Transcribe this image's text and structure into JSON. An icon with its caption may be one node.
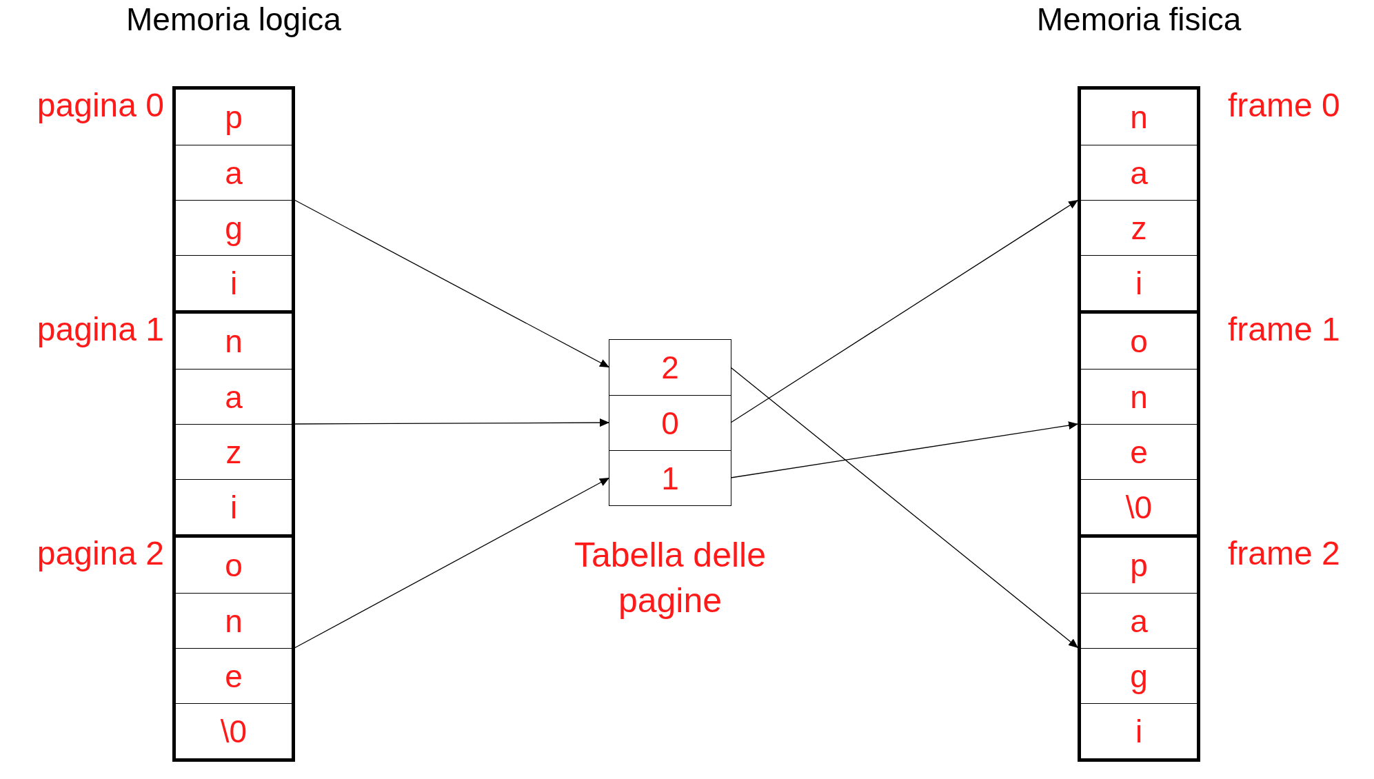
{
  "diagram": {
    "nodes": [
      {
        "text": [
          "Memoria logica"
        ]
      },
      {
        "text": [],
        "shape": "box",
        "beside": [
          "pagina 0"
        ],
        "in": 0
      },
      {
        "text": [
          "p"
        ],
        "in": 1
      },
      {
        "text": [
          "a"
        ],
        "in": 1
      },
      {
        "text": [
          "g"
        ],
        "in": 1
      },
      {
        "text": [
          "i"
        ],
        "in": 1
      },
      {
        "text": [],
        "shape": "box",
        "beside": [
          "pagina 1"
        ],
        "in": 0
      },
      {
        "text": [
          "n"
        ],
        "in": 6
      },
      {
        "text": [
          "a"
        ],
        "in": 6
      },
      {
        "text": [
          "z"
        ],
        "in": 6
      },
      {
        "text": [
          "i"
        ],
        "in": 6
      },
      {
        "text": [],
        "shape": "box",
        "beside": [
          "pagina 2"
        ],
        "in": 0
      },
      {
        "text": [
          "o"
        ],
        "in": 11
      },
      {
        "text": [
          "n"
        ],
        "in": 11
      },
      {
        "text": [
          "e"
        ],
        "in": 11
      },
      {
        "text": [
          "\\0"
        ],
        "in": 11
      },
      {
        "text": [
          "Tabella delle pagine"
        ]
      },
      {
        "text": [
          "2"
        ],
        "in": 16
      },
      {
        "text": [
          "0"
        ],
        "in": 16
      },
      {
        "text": [
          "1"
        ],
        "in": 16
      },
      {
        "text": [
          "Memoria fisica"
        ]
      },
      {
        "text": [],
        "shape": "box",
        "beside": [
          "frame 0"
        ],
        "in": 20
      },
      {
        "text": [
          "n"
        ],
        "in": 21
      },
      {
        "text": [
          "a"
        ],
        "in": 21
      },
      {
        "text": [
          "z"
        ],
        "in": 21
      },
      {
        "text": [
          "i"
        ],
        "in": 21
      },
      {
        "text": [],
        "shape": "box",
        "beside": [
          "frame 1"
        ],
        "in": 20
      },
      {
        "text": [
          "o"
        ],
        "in": 26
      },
      {
        "text": [
          "n"
        ],
        "in": 26
      },
      {
        "text": [
          "e"
        ],
        "in": 26
      },
      {
        "text": [
          "\\0"
        ],
        "in": 26
      },
      {
        "text": [],
        "shape": "box",
        "beside": [
          "frame 2"
        ],
        "in": 20
      },
      {
        "text": [
          "p"
        ],
        "in": 31
      },
      {
        "text": [
          "a"
        ],
        "in": 31
      },
      {
        "text": [
          "g"
        ],
        "in": 31
      },
      {
        "text": [
          "i"
        ],
        "in": 31
      }
    ],
    "edges": [
      {
        "from": 1,
        "to": 17,
        "arrow": "to"
      },
      {
        "from": 6,
        "to": 18,
        "arrow": "to"
      },
      {
        "from": 11,
        "to": 19,
        "arrow": "to"
      },
      {
        "from": 17,
        "to": 31,
        "arrow": "to"
      },
      {
        "from": 18,
        "to": 21,
        "arrow": "to"
      },
      {
        "from": 19,
        "to": 26,
        "arrow": "to"
      }
    ]
  }
}
